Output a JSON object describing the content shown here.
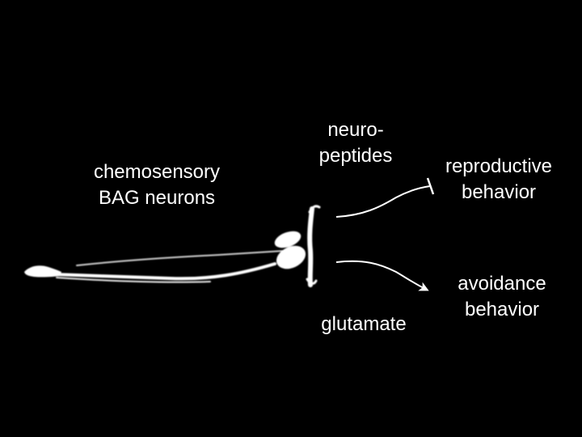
{
  "labels": {
    "neurons": [
      "chemosensory",
      "BAG neurons"
    ],
    "neuropeptides": [
      "neuro-",
      "peptides"
    ],
    "reproductive": [
      "reproductive",
      "behavior"
    ],
    "avoidance": [
      "avoidance",
      "behavior"
    ],
    "glutamate": "glutamate"
  },
  "colors": {
    "background": "#000000",
    "foreground": "#ffffff"
  },
  "connections": [
    {
      "signal": "neuropeptides",
      "target": "reproductive behavior",
      "effect": "inhibition",
      "marker": "bar"
    },
    {
      "signal": "glutamate",
      "target": "avoidance behavior",
      "effect": "activation",
      "marker": "arrow"
    }
  ]
}
